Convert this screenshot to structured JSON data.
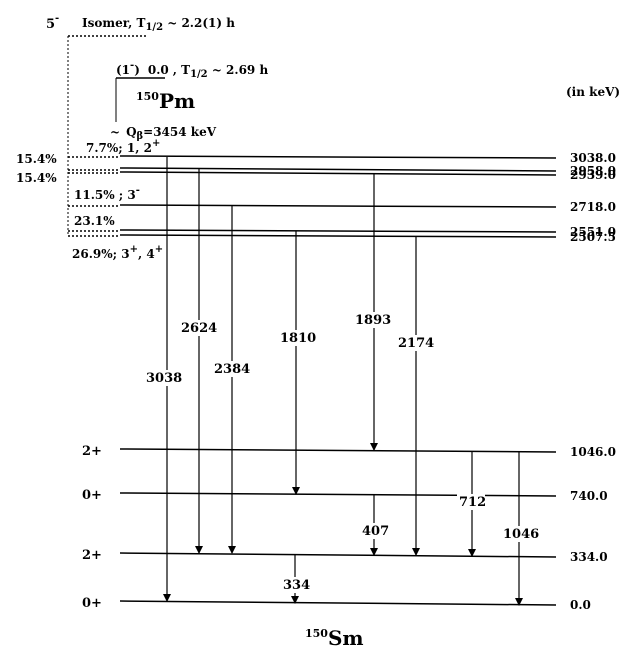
{
  "units_label": "(in keV)",
  "parent": {
    "isomer_spin": "5",
    "isomer_parity": "-",
    "isomer_text": "Isomer, T",
    "isomer_sub": "1/2",
    "isomer_halflife": " ~ 2.2(1) h",
    "gs_spin_open": "(1",
    "gs_spin_parity": "-",
    "gs_spin_close": ")",
    "gs_energy": "0.0",
    "gs_halflife_prefix": ", T",
    "gs_halflife_sub": "1/2",
    "gs_halflife": " ~ 2.69 h",
    "mass": "150",
    "element": "Pm",
    "qbeta_tilde": "~",
    "qbeta_q": "Q",
    "qbeta_sub": "β",
    "qbeta_value": "=3454 keV"
  },
  "daughter": {
    "mass": "150",
    "element": "Sm"
  },
  "feeding": {
    "f3038": {
      "main": "7.7%;  1, 2",
      "sup": "+"
    },
    "f2958": "15.4%",
    "f2939": "15.4%",
    "f2718": {
      "main": "11.5% ;  3",
      "sup": "-"
    },
    "f2551": "23.1%",
    "f2507": {
      "main": "26.9%; 3",
      "sup1": "+",
      "mid": ", 4",
      "sup2": "+"
    }
  },
  "levels": [
    {
      "energy": 3038.0,
      "label": "3038.0",
      "spin": ""
    },
    {
      "energy": 2958.0,
      "label": "2958.0",
      "spin": ""
    },
    {
      "energy": 2939.0,
      "label": "2939.0",
      "spin": ""
    },
    {
      "energy": 2718.0,
      "label": "2718.0",
      "spin": ""
    },
    {
      "energy": 2551.0,
      "label": "2551.0",
      "spin": ""
    },
    {
      "energy": 2507.5,
      "label": "2507.5",
      "spin": ""
    },
    {
      "energy": 1046.0,
      "label": "1046.0",
      "spin": "2+"
    },
    {
      "energy": 740.0,
      "label": "740.0",
      "spin": "0+"
    },
    {
      "energy": 334.0,
      "label": "334.0",
      "spin": "2+"
    },
    {
      "energy": 0.0,
      "label": "0.0",
      "spin": "0+"
    }
  ],
  "transitions": [
    {
      "energy": "3038",
      "from": 3038.0,
      "to": 0.0
    },
    {
      "energy": "2624",
      "from": 2958.0,
      "to": 334.0
    },
    {
      "energy": "2384",
      "from": 2718.0,
      "to": 334.0
    },
    {
      "energy": "1810",
      "from": 2551.0,
      "to": 740.0
    },
    {
      "energy": "1893",
      "from": 2939.0,
      "to": 1046.0
    },
    {
      "energy": "2174",
      "from": 2507.5,
      "to": 334.0
    },
    {
      "energy": "407",
      "from": 740.0,
      "to": 334.0
    },
    {
      "energy": "712",
      "from": 1046.0,
      "to": 334.0
    },
    {
      "energy": "1046",
      "from": 1046.0,
      "to": 0.0
    },
    {
      "energy": "334",
      "from": 334.0,
      "to": 0.0
    }
  ]
}
